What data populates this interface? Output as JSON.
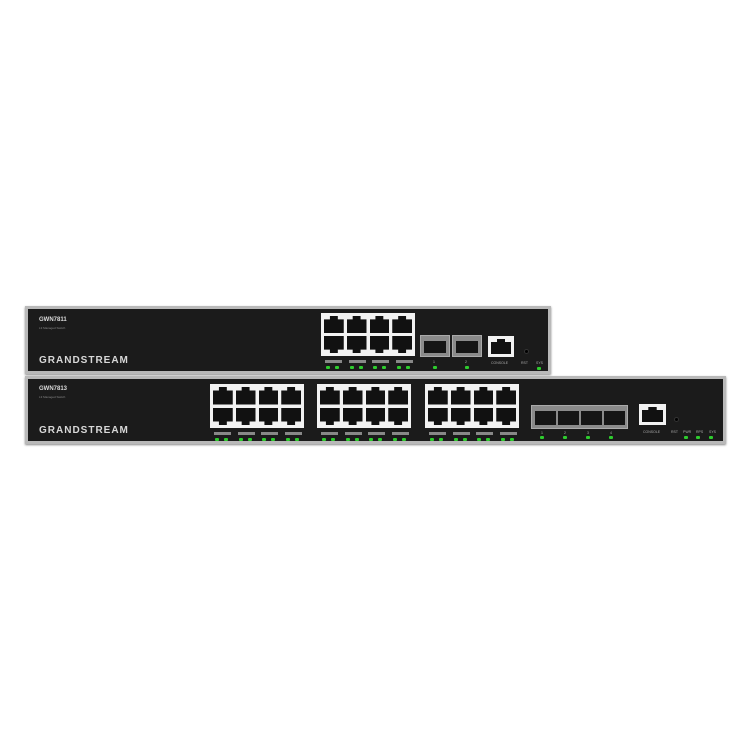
{
  "switches": [
    {
      "model": "GWN7811",
      "subtitle": "L3 Managed Switch",
      "brand": "GRANDSTREAM",
      "console": "CONSOLE",
      "sfp_labels": [
        "1",
        "2"
      ],
      "indicators": [
        "RST",
        "SYS"
      ]
    },
    {
      "model": "GWN7813",
      "subtitle": "L3 Managed Switch",
      "brand": "GRANDSTREAM",
      "console": "CONSOLE",
      "sfp_labels": [
        "1",
        "2",
        "3",
        "4"
      ],
      "indicators": [
        "RST",
        "PWR",
        "RPS",
        "SYS"
      ]
    }
  ],
  "colors": {
    "chassis": "#1b1b1b",
    "frame": "#b9b9b9",
    "led": "#2ecc2e"
  }
}
